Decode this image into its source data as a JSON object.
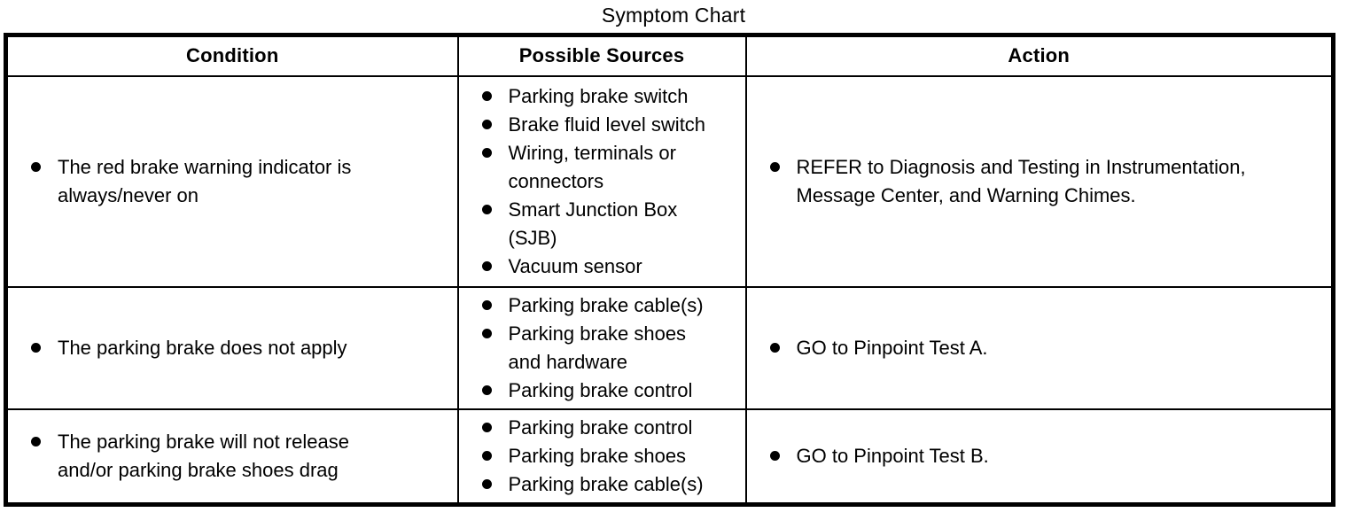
{
  "title": "Symptom Chart",
  "colors": {
    "text": "#000000",
    "background": "#ffffff",
    "border": "#000000"
  },
  "table": {
    "headers": {
      "condition": "Condition",
      "sources": "Possible Sources",
      "action": "Action"
    },
    "rows": [
      {
        "condition": [
          "The red brake warning indicator is always/never on"
        ],
        "sources": [
          "Parking brake switch",
          "Brake fluid level switch",
          "Wiring, terminals or connectors",
          "Smart Junction Box (SJB)",
          "Vacuum sensor"
        ],
        "action": [
          "REFER to Diagnosis and Testing in Instrumentation, Message Center, and Warning Chimes."
        ]
      },
      {
        "condition": [
          "The parking brake does not apply"
        ],
        "sources": [
          "Parking brake cable(s)",
          "Parking brake shoes and hardware",
          "Parking brake control"
        ],
        "action": [
          "GO to Pinpoint Test A."
        ]
      },
      {
        "condition": [
          "The parking brake will not release and/or parking brake shoes drag"
        ],
        "sources": [
          "Parking brake control",
          "Parking brake shoes",
          "Parking brake cable(s)"
        ],
        "action": [
          "GO to Pinpoint Test B."
        ]
      }
    ]
  }
}
